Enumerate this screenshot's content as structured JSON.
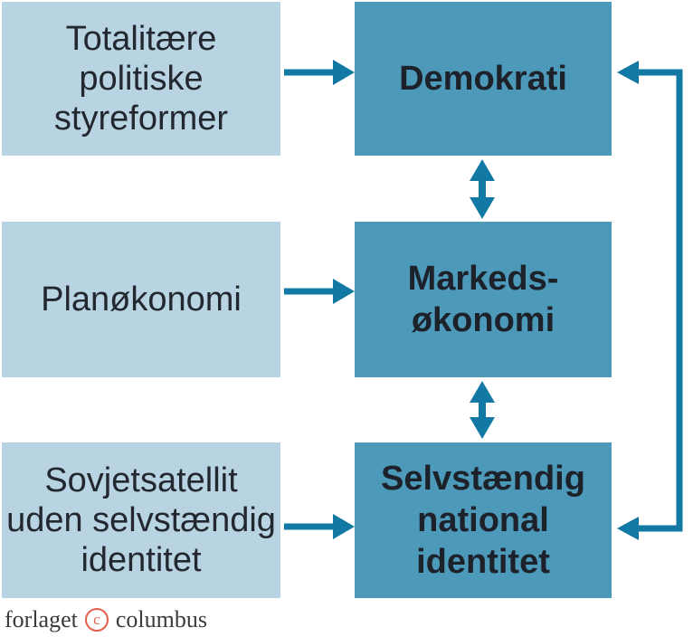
{
  "colors": {
    "light_box_fill": "#b8d4e2",
    "dark_box_fill": "#4c99ba",
    "arrow": "#1278a4",
    "box_text": "#1d212a",
    "logo_text": "#3b3b3b",
    "logo_accent": "#e55f4d"
  },
  "diagram": {
    "left_boxes": [
      {
        "lines": [
          "Totalitære",
          "politiske",
          "styreformer"
        ]
      },
      {
        "lines": [
          "Planøkonomi"
        ]
      },
      {
        "lines": [
          "Sovjetsatellit",
          "uden selvstændig",
          "identitet"
        ]
      }
    ],
    "right_boxes": [
      {
        "lines": [
          "Demokrati"
        ]
      },
      {
        "lines": [
          "Markeds-",
          "økonomi"
        ]
      },
      {
        "lines": [
          "Selvstændig",
          "national",
          "identitet"
        ]
      }
    ]
  },
  "footer": {
    "publisher_pre": "forlaget",
    "copyright_letter": "c",
    "publisher_post": "columbus"
  }
}
